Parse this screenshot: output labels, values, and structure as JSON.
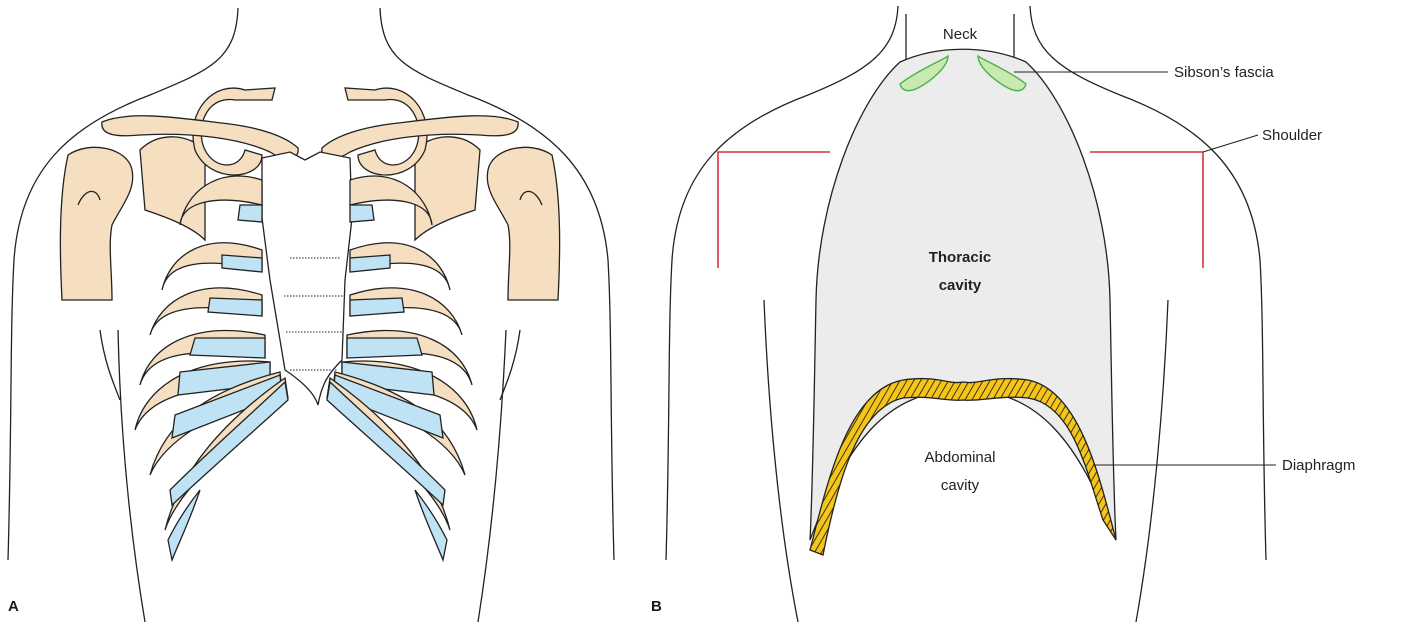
{
  "panels": [
    {
      "letter": "A"
    },
    {
      "letter": "B"
    }
  ],
  "labels": {
    "neck": "Neck",
    "sibsons_fascia": "Sibson’s fascia",
    "shoulder": "Shoulder",
    "thoracic_line1": "Thoracic",
    "thoracic_line2": "cavity",
    "abdominal_line1": "Abdominal",
    "abdominal_line2": "cavity",
    "diaphragm": "Diaphragm"
  },
  "colors": {
    "bone": "#f5dfc0",
    "cartilage": "#bfe3f5",
    "cavity": "#ececec",
    "diaphragm": "#f5c518",
    "fascia": "#c8eab0",
    "fascia_edge": "#4cb04c",
    "shoulder_marker": "#d6303a",
    "outline": "#222222"
  }
}
